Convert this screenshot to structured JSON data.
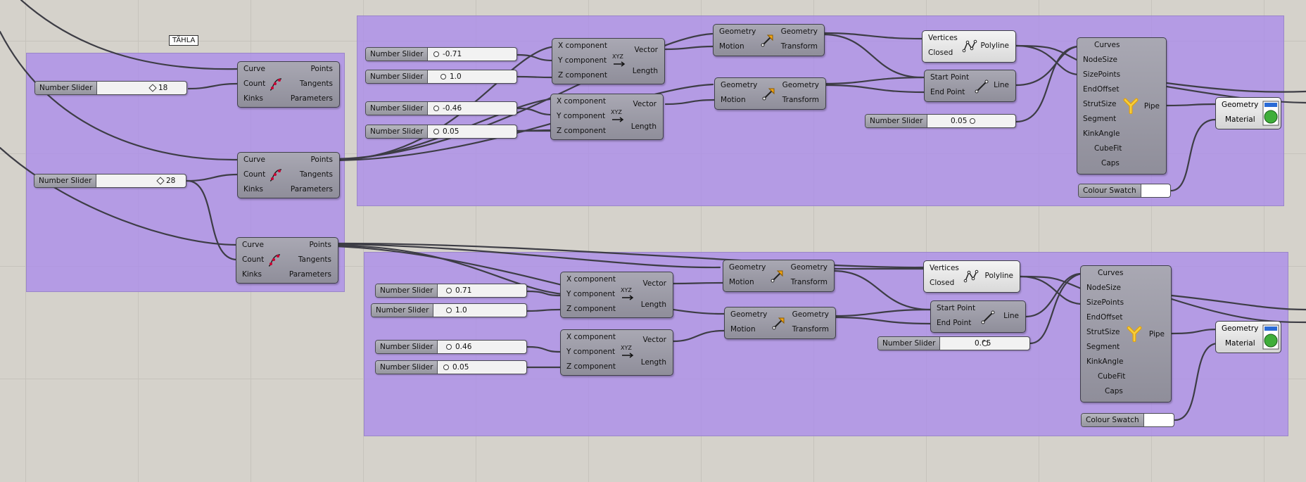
{
  "colours": {
    "canvas": "#d5d2cb",
    "group": "#aa8ceb",
    "component": "#9a99a5",
    "wire": "#3d3d45"
  },
  "tag": {
    "text": "TÄHLA"
  },
  "divide": {
    "inputs": [
      "Curve",
      "Count",
      "Kinks"
    ],
    "outputs": [
      "Points",
      "Tangents",
      "Parameters"
    ],
    "icon": "divide-curve-icon"
  },
  "sliders": {
    "s1": {
      "label": "Number Slider",
      "value": "18"
    },
    "s2": {
      "label": "Number Slider",
      "value": "28"
    },
    "s3": {
      "label": "Number Slider",
      "value": "-0.71"
    },
    "s4": {
      "label": "Number Slider",
      "value": "1.0"
    },
    "s5": {
      "label": "Number Slider",
      "value": "-0.46"
    },
    "s6": {
      "label": "Number Slider",
      "value": "0.05"
    },
    "s7": {
      "label": "Number Slider",
      "value": "0.05"
    },
    "s8": {
      "label": "Number Slider",
      "value": "0.71"
    },
    "s9": {
      "label": "Number Slider",
      "value": "1.0"
    },
    "s10": {
      "label": "Number Slider",
      "value": "0.46"
    },
    "s11": {
      "label": "Number Slider",
      "value": "0.05"
    },
    "s12": {
      "label": "Number Slider",
      "value": "0.05"
    }
  },
  "vector": {
    "inputs": [
      "X component",
      "Y component",
      "Z component"
    ],
    "outputs": [
      "Vector",
      "Length"
    ],
    "icon": "vector-xyz-icon"
  },
  "move": {
    "inputs": [
      "Geometry",
      "Motion"
    ],
    "outputs": [
      "Geometry",
      "Transform"
    ],
    "icon": "move-icon"
  },
  "polyline": {
    "inputs": [
      "Vertices",
      "Closed"
    ],
    "outputs": [
      "Polyline"
    ],
    "icon": "polyline-icon"
  },
  "line": {
    "inputs": [
      "Start Point",
      "End Point"
    ],
    "outputs": [
      "Line"
    ],
    "icon": "line-icon"
  },
  "pipe": {
    "inputs": [
      "Curves",
      "NodeSize",
      "SizePoints",
      "EndOffset",
      "StrutSize",
      "Segment",
      "KinkAngle",
      "CubeFit",
      "Caps"
    ],
    "outputs": [
      "Pipe"
    ],
    "icon": "pipe-icon"
  },
  "preview": {
    "inputs": [
      "Geometry",
      "Material"
    ],
    "icon": "preview-icon"
  },
  "swatch": {
    "label": "Colour Swatch",
    "colour": "#ffffff"
  }
}
